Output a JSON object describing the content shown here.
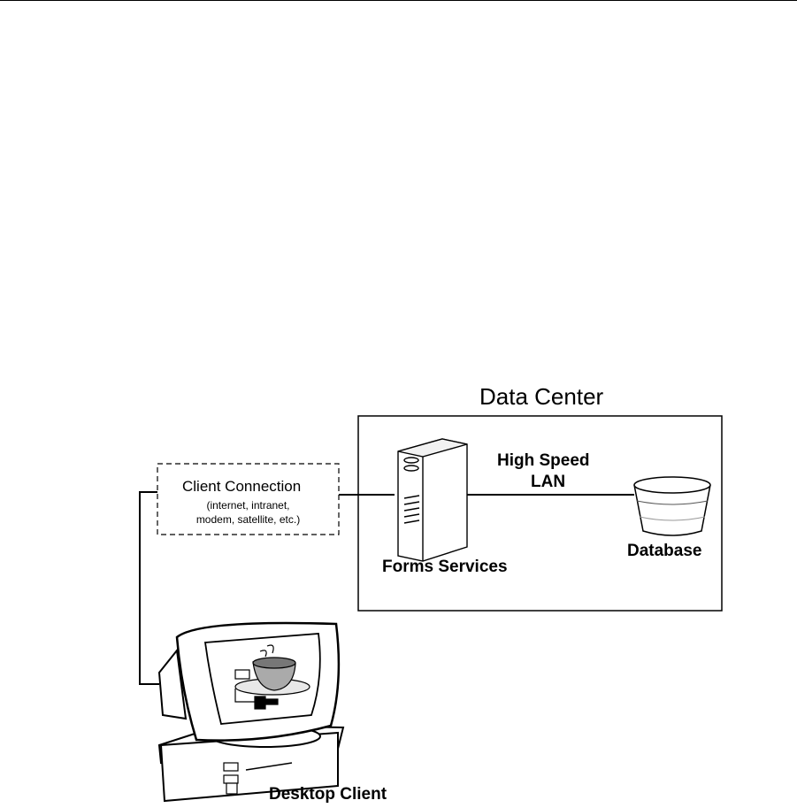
{
  "data_center": {
    "title": "Data Center"
  },
  "client_connection": {
    "title": "Client Connection",
    "details_line1": "(internet, intranet,",
    "details_line2": "modem, satellite, etc.)"
  },
  "lan": {
    "line1": "High Speed",
    "line2": "LAN"
  },
  "nodes": {
    "forms_services": "Forms Services",
    "database": "Database",
    "desktop_client": "Desktop Client"
  }
}
